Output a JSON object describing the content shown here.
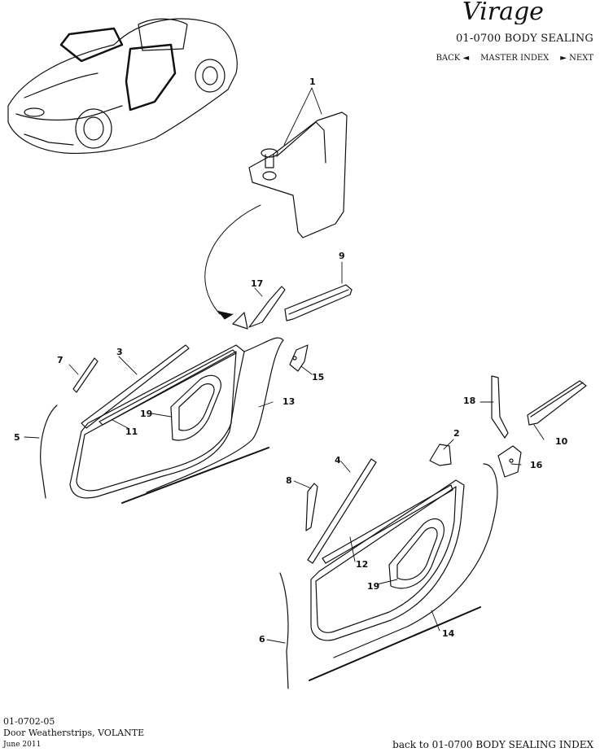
{
  "header": {
    "brand": "Virage",
    "section_title": "01-0700 BODY SEALING",
    "nav": {
      "back": "BACK ◄",
      "master_index": "MASTER INDEX",
      "next": "► NEXT"
    }
  },
  "callouts": {
    "c1": "1",
    "c2": "2",
    "c3": "3",
    "c4": "4",
    "c5": "5",
    "c6": "6",
    "c7": "7",
    "c8": "8",
    "c9": "9",
    "c10": "10",
    "c11": "11",
    "c12": "12",
    "c13": "13",
    "c14": "14",
    "c15": "15",
    "c16": "16",
    "c17": "17",
    "c18": "18",
    "c19a": "19",
    "c19b": "19"
  },
  "footer": {
    "code": "01-0702-05",
    "description": "Door Weatherstrips, VOLANTE",
    "date": "June 2011",
    "back_link": "back to 01-0700 BODY SEALING INDEX"
  },
  "colors": {
    "ink": "#111111",
    "background": "#ffffff"
  }
}
